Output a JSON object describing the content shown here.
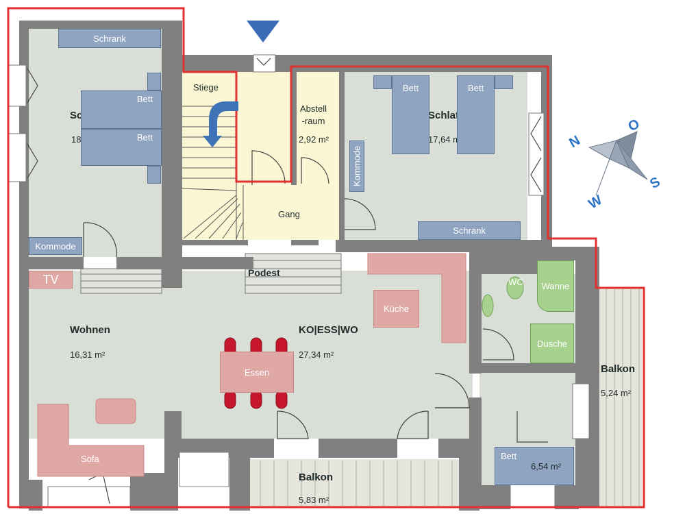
{
  "rooms": {
    "schlafen1": {
      "name": "Schlafen1",
      "area": "18,20 m²"
    },
    "schlafen2": {
      "name": "Schlafen2",
      "area": "17,64 m²"
    },
    "abstell": {
      "name": "Abstell\n-raum",
      "area": "2,92 m²"
    },
    "stiege": {
      "name": "Stiege"
    },
    "gang": {
      "name": "Gang"
    },
    "podest": {
      "name": "Podest"
    },
    "wohnen": {
      "name": "Wohnen",
      "area": "16,31 m²"
    },
    "koesswo": {
      "name": "KO|ESS|WO",
      "area": "27,34 m²"
    },
    "balkon_bottom": {
      "name": "Balkon",
      "area": "5,83 m²"
    },
    "balkon_right": {
      "name": "Balkon",
      "area": "5,24 m²"
    },
    "small_room": {
      "area": "6,54 m²"
    }
  },
  "furniture": {
    "schrank1": "Schrank",
    "bett1a": "Bett",
    "bett1b": "Bett",
    "kommode1": "Kommode",
    "bett2a": "Bett",
    "bett2b": "Bett",
    "kommode2": "Kommode",
    "schrank2": "Schrank",
    "tv": "TV",
    "kueche": "Küche",
    "essen": "Essen",
    "sofa": "Sofa",
    "wc": "WC",
    "wanne": "Wanne",
    "dusche": "Dusche",
    "bett3": "Bett"
  },
  "compass": {
    "n": "N",
    "o": "O",
    "s": "S",
    "w": "W"
  },
  "colors": {
    "floor": "#d9ded7",
    "floor_yellow": "#fbf7d4",
    "wall": "#808080",
    "outline": "#e03030",
    "furniture_blue": "#8fa4c0",
    "furniture_pink": "#e0a8a5",
    "furniture_green": "#a6d28d",
    "arrow_blue": "#3f73b8"
  }
}
